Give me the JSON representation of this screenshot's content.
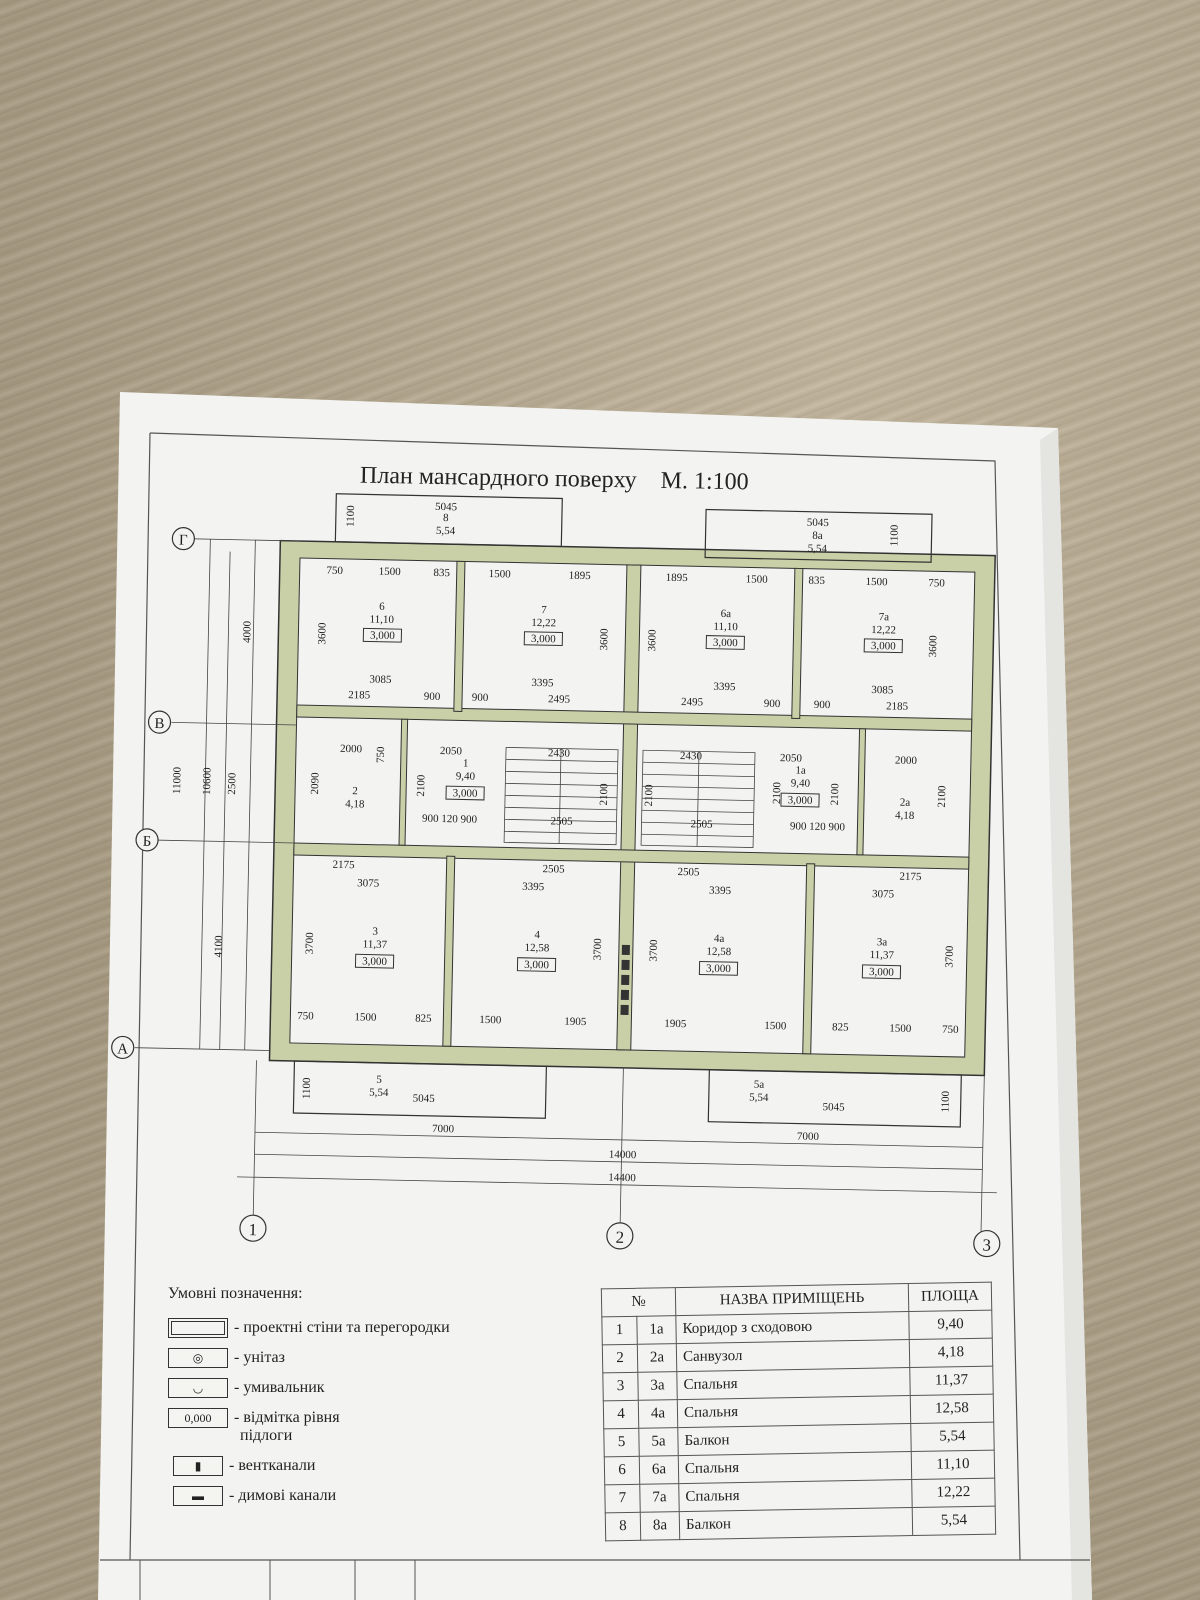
{
  "title": "План мансардного поверху    М. 1:100",
  "axes": {
    "letters": [
      "Г",
      "В",
      "Б",
      "А"
    ],
    "numbers": [
      "1",
      "2",
      "3"
    ]
  },
  "rooms": [
    {
      "num": "6",
      "area": "11,10",
      "level": "3,000"
    },
    {
      "num": "7",
      "area": "12,22",
      "level": "3,000"
    },
    {
      "num": "6a",
      "area": "11,10",
      "level": "3,000"
    },
    {
      "num": "7a",
      "area": "12,22",
      "level": "3,000"
    },
    {
      "num": "1",
      "area": "9,40",
      "level": "3,000"
    },
    {
      "num": "2",
      "area": "4,18",
      "level": ""
    },
    {
      "num": "1a",
      "area": "9,40",
      "level": "3,000"
    },
    {
      "num": "2a",
      "area": "4,18",
      "level": ""
    },
    {
      "num": "3",
      "area": "11,37",
      "level": "3,000"
    },
    {
      "num": "4",
      "area": "12,58",
      "level": "3,000"
    },
    {
      "num": "4a",
      "area": "12,58",
      "level": "3,000"
    },
    {
      "num": "3a",
      "area": "11,37",
      "level": "3,000"
    },
    {
      "num": "8",
      "area": "5,54",
      "level": ""
    },
    {
      "num": "8a",
      "area": "5,54",
      "level": ""
    },
    {
      "num": "5",
      "area": "5,54",
      "level": ""
    },
    {
      "num": "5a",
      "area": "5,54",
      "level": ""
    }
  ],
  "dims": {
    "top_balcony": [
      "5045",
      "5045",
      "1100",
      "1100"
    ],
    "row1": [
      "750",
      "1500",
      "835",
      "1500",
      "1895",
      "1895",
      "1500",
      "835",
      "1500",
      "750"
    ],
    "row2": [
      "3085",
      "3395",
      "3395",
      "3085"
    ],
    "row3": [
      "2185",
      "900",
      "900",
      "2495",
      "2495",
      "900",
      "900",
      "2185"
    ],
    "row4": [
      "2000",
      "750",
      "2050",
      "2430",
      "2430",
      "2050",
      "2000"
    ],
    "row5": [
      "900 120 900",
      "2505",
      "2505",
      "900 120 900"
    ],
    "row6": [
      "2175",
      "2505",
      "2505",
      "2175"
    ],
    "row7": [
      "3075",
      "3395",
      "3395",
      "3075"
    ],
    "row8": [
      "750",
      "1500",
      "825",
      "1500",
      "1905",
      "1905",
      "1500",
      "825",
      "1500",
      "750"
    ],
    "bottom_balcony": [
      "5045",
      "5045",
      "1100",
      "1100"
    ],
    "verticals": [
      "3600",
      "3600",
      "3600",
      "3600",
      "2090",
      "2100",
      "2100",
      "2100",
      "2100",
      "2100",
      "2100",
      "3700",
      "3700",
      "3700",
      "3700"
    ],
    "left_chain": [
      "11000",
      "10600",
      "4000",
      "2500",
      "4100"
    ],
    "bottom_chain": [
      "7000",
      "7000",
      "14000",
      "14400"
    ]
  },
  "legend": {
    "title": "Умовні позначення:",
    "items": [
      {
        "symbol": "",
        "label": "- проектні стіни та перегородки",
        "icon": "wall-line"
      },
      {
        "symbol": "◎",
        "label": "- унітаз",
        "icon": "toilet-symbol"
      },
      {
        "symbol": "◡",
        "label": "- умивальник",
        "icon": "sink-symbol"
      },
      {
        "symbol": "0,000",
        "label": "- відмітка рівня",
        "icon": "level-mark"
      },
      {
        "symbol": "▮",
        "label": "- вентканали",
        "icon": "vent-duct"
      },
      {
        "symbol": "▬",
        "label": "- димові канали",
        "icon": "smoke-duct"
      }
    ],
    "level_continuation": "підлоги"
  },
  "table": {
    "headers": [
      "№",
      "НАЗВА ПРИМІЩЕНЬ",
      "ПЛОЩА"
    ],
    "rows": [
      {
        "n": "1",
        "na": "1a",
        "name": "Коридор з сходовою",
        "area": "9,40"
      },
      {
        "n": "2",
        "na": "2a",
        "name": "Санвузол",
        "area": "4,18"
      },
      {
        "n": "3",
        "na": "3a",
        "name": "Спальня",
        "area": "11,37"
      },
      {
        "n": "4",
        "na": "4a",
        "name": "Спальня",
        "area": "12,58"
      },
      {
        "n": "5",
        "na": "5a",
        "name": "Балкон",
        "area": "5,54"
      },
      {
        "n": "6",
        "na": "6a",
        "name": "Спальня",
        "area": "11,10"
      },
      {
        "n": "7",
        "na": "7a",
        "name": "Спальня",
        "area": "12,22"
      },
      {
        "n": "8",
        "na": "8a",
        "name": "Балкон",
        "area": "5,54"
      }
    ]
  },
  "colors": {
    "paper": "#f4f5f2",
    "wall": "#c9cfa6",
    "ink": "#2a2a2a"
  }
}
